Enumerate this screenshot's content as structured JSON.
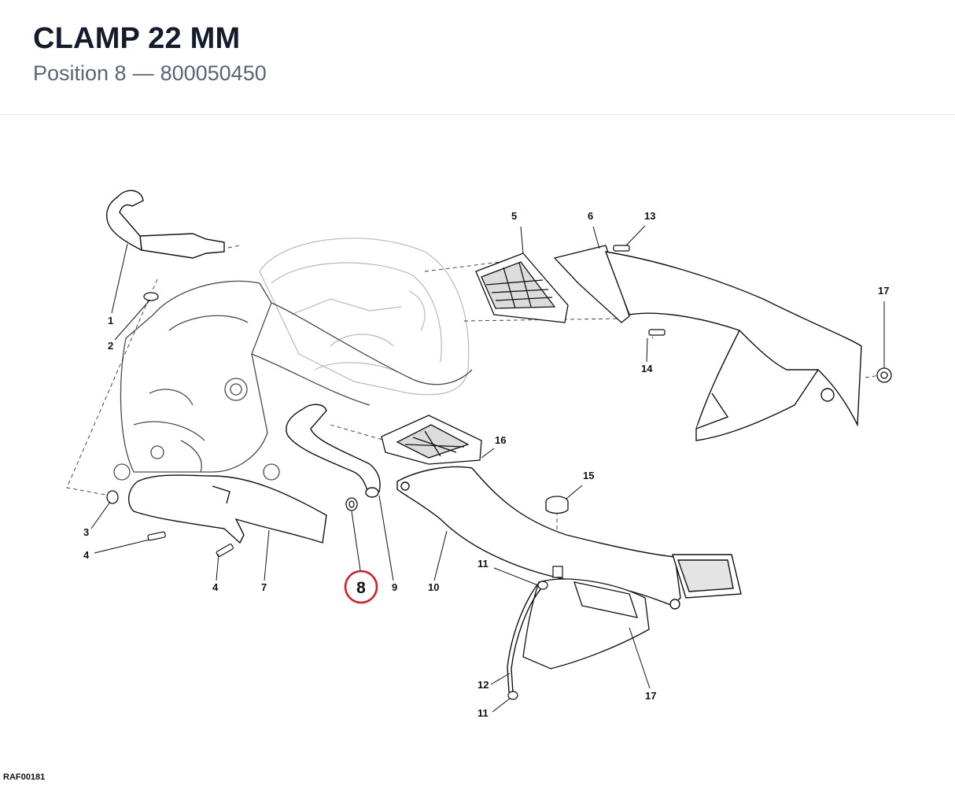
{
  "header": {
    "title": "CLAMP 22 MM",
    "subtitle_position": "Position 8",
    "subtitle_separator": "—",
    "subtitle_part_number": "800050450"
  },
  "diagram": {
    "highlight_color": "#d0202a",
    "highlighted_callout": "8",
    "callouts": {
      "c1": "1",
      "c2": "2",
      "c3": "3",
      "c4a": "4",
      "c4b": "4",
      "c5": "5",
      "c6": "6",
      "c7": "7",
      "c8": "8",
      "c9": "9",
      "c10": "10",
      "c11a": "11",
      "c11b": "11",
      "c12": "12",
      "c13": "13",
      "c14": "14",
      "c15": "15",
      "c16": "16",
      "c17a": "17",
      "c17b": "17"
    },
    "reference_code": "RAF00181"
  }
}
